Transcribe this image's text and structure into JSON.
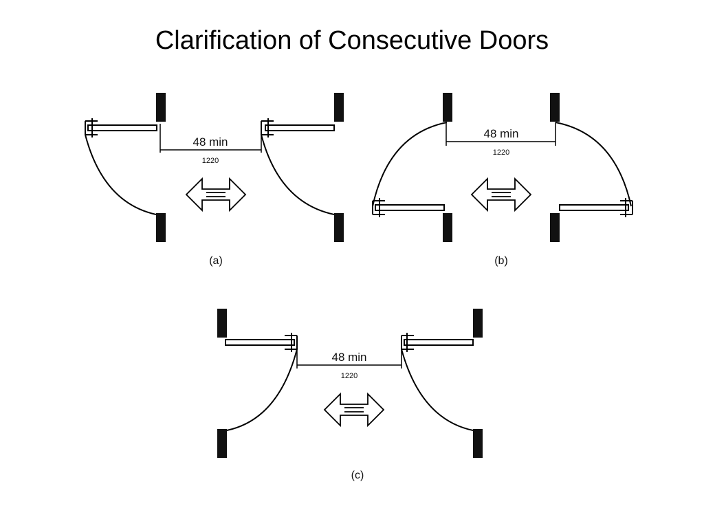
{
  "title": "Clarification of Consecutive Doors",
  "diagrams": [
    {
      "caption": "(a)",
      "dimension": "48 min",
      "dimension_metric": "1220"
    },
    {
      "caption": "(b)",
      "dimension": "48 min",
      "dimension_metric": "1220"
    },
    {
      "caption": "(c)",
      "dimension": "48 min",
      "dimension_metric": "1220"
    }
  ],
  "colors": {
    "line": "#000000",
    "background": "#ffffff"
  }
}
